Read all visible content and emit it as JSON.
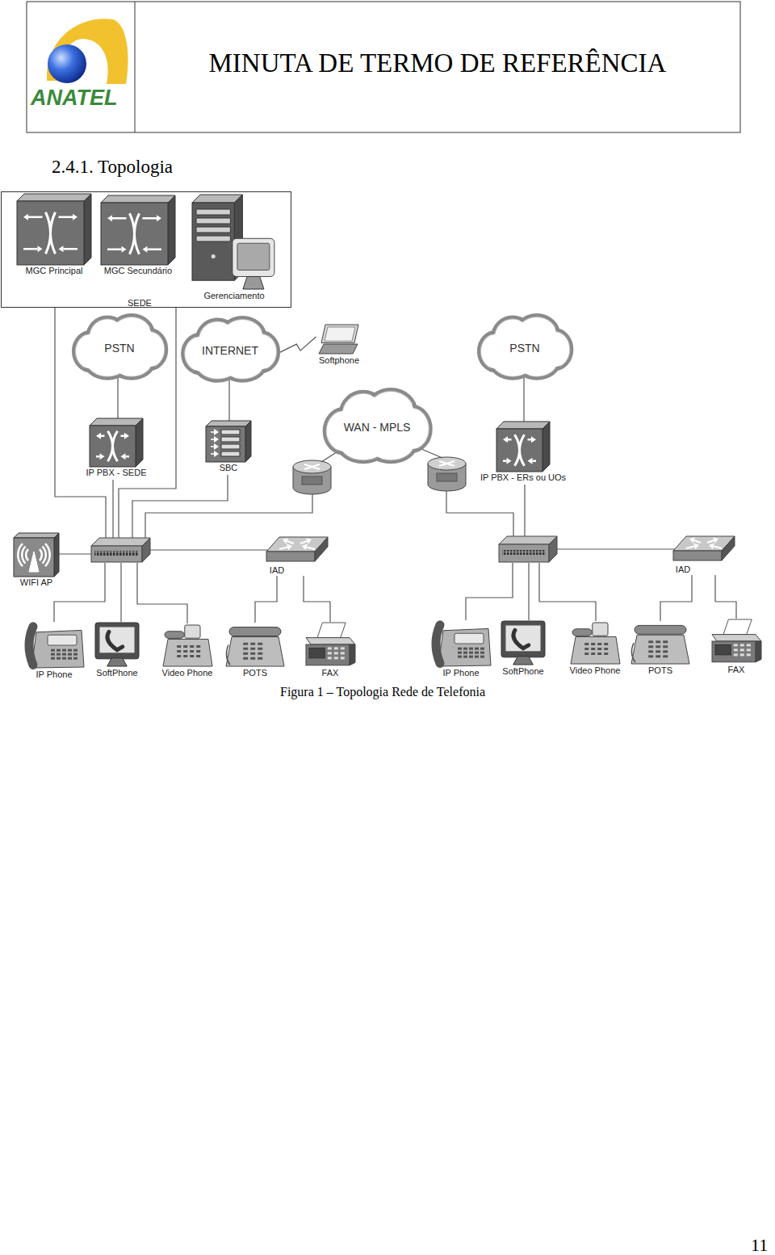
{
  "diagram": {
    "title": "MINUTA DE TERMO DE REFERÊNCIA",
    "caption": "Figura 1 – Topologia Rede de Telefonia",
    "nodes": [
      {
        "text": [
          "SEDE"
        ]
      },
      {
        "text": [
          "MGC Principal"
        ],
        "in": 0
      },
      {
        "text": [
          "MGC Secundário"
        ],
        "in": 0
      },
      {
        "text": [
          "Gerenciamento"
        ],
        "in": 0
      },
      {
        "text": [
          "PSTN"
        ]
      },
      {
        "text": [
          "INTERNET"
        ]
      },
      {
        "text": [
          "Softphone"
        ]
      },
      {
        "text": [
          "WAN - MPLS"
        ]
      },
      {
        "text": [
          "PSTN"
        ]
      },
      {
        "text": [
          "IP PBX - SEDE"
        ]
      },
      {
        "text": [
          "SBC"
        ]
      },
      {
        "text": [
          "IP PBX - ERs ou UOs"
        ]
      },
      {
        "text": [
          "WIFI AP"
        ]
      },
      {
        "text": [
          "IAD"
        ]
      },
      {
        "text": [
          "IAD"
        ]
      },
      {
        "text": [
          "IP Phone"
        ]
      },
      {
        "text": [
          "SoftPhone"
        ]
      },
      {
        "text": [
          "Video Phone"
        ]
      },
      {
        "text": [
          "POTS"
        ]
      },
      {
        "text": [
          "FAX"
        ]
      },
      {
        "text": [
          "IP Phone"
        ]
      },
      {
        "text": [
          "SoftPhone"
        ]
      },
      {
        "text": [
          "Video Phone"
        ]
      },
      {
        "text": [
          "POTS"
        ]
      },
      {
        "text": [
          "FAX"
        ]
      }
    ],
    "edges": [
      {
        "from": 4,
        "to": 9,
        "arrow": "none"
      },
      {
        "from": 5,
        "to": 10,
        "arrow": "none"
      },
      {
        "from": 5,
        "to": 6,
        "arrow": "none"
      },
      {
        "from": 8,
        "to": 11,
        "arrow": "none"
      },
      {
        "from": 13,
        "to": 18,
        "arrow": "none"
      },
      {
        "from": 13,
        "to": 19,
        "arrow": "none"
      },
      {
        "from": 14,
        "to": 23,
        "arrow": "none"
      },
      {
        "from": 14,
        "to": 24,
        "arrow": "none"
      }
    ],
    "labels": [
      "ANATEL",
      "2.4.1. Topologia",
      "11"
    ]
  }
}
